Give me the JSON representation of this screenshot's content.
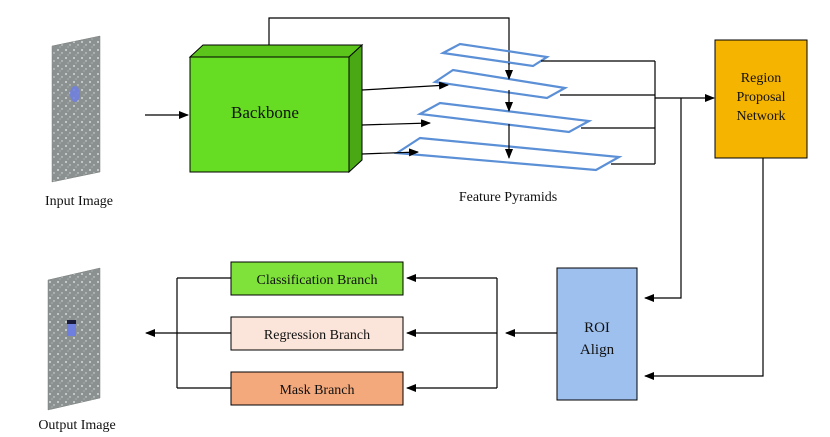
{
  "input": {
    "label": "Input Image"
  },
  "output": {
    "label": "Output Image"
  },
  "backbone": {
    "label": "Backbone",
    "color": "#66dd22"
  },
  "pyramids": {
    "label": "Feature Pyramids",
    "color": "#5b8fd6"
  },
  "rpn": {
    "label_lines": [
      "Region",
      "Proposal",
      "Network"
    ],
    "color": "#f5b400"
  },
  "roi": {
    "label_lines": [
      "ROI",
      "Align"
    ],
    "color": "#9ec0ef"
  },
  "branches": {
    "classification": {
      "label": "Classification Branch",
      "color": "#7ee23a"
    },
    "regression": {
      "label": "Regression Branch",
      "color": "#fbe5da"
    },
    "mask": {
      "label": "Mask Branch",
      "color": "#f4a97c"
    }
  }
}
